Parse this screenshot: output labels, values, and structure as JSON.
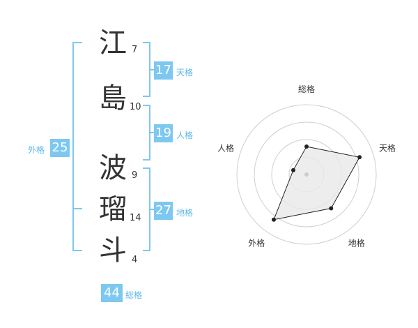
{
  "name": {
    "characters": [
      {
        "char": "江",
        "strokes": "7"
      },
      {
        "char": "島",
        "strokes": "10"
      },
      {
        "char": "波",
        "strokes": "9"
      },
      {
        "char": "瑠",
        "strokes": "14"
      },
      {
        "char": "斗",
        "strokes": "4"
      }
    ]
  },
  "fortunes": {
    "tenkaku": {
      "value": "17",
      "label": "天格"
    },
    "jinkaku": {
      "value": "19",
      "label": "人格"
    },
    "chikaku": {
      "value": "27",
      "label": "地格"
    },
    "gaikaku": {
      "value": "25",
      "label": "外格"
    },
    "soukaku": {
      "value": "44",
      "label": "総格"
    }
  },
  "colors": {
    "accent": "#7dc8f0",
    "label": "#5bb8ea",
    "text": "#333333"
  },
  "chart_data": {
    "type": "radar",
    "axes": [
      "総格",
      "天格",
      "地格",
      "外格",
      "人格"
    ],
    "values": [
      2,
      4,
      3,
      4,
      1
    ],
    "max": 5,
    "rings": 4
  }
}
